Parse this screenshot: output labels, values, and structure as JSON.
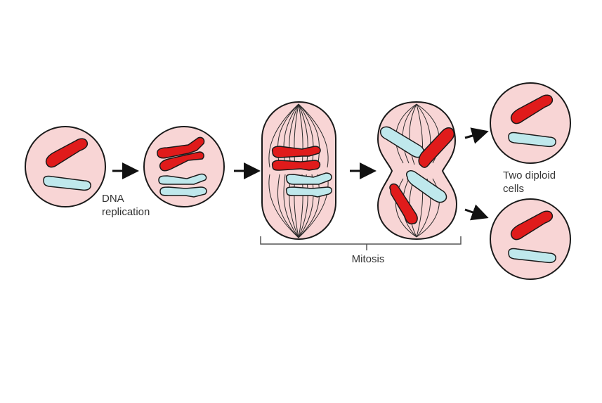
{
  "labels": {
    "dna_line1": "DNA",
    "dna_line2": "replication",
    "mitosis": "Mitosis",
    "diploid_line1": "Two diploid",
    "diploid_line2": "cells"
  },
  "colors": {
    "cytoplasm": "#f8d5d5",
    "outline": "#1a1a1a",
    "maternal_chromosome": "#e01b1b",
    "paternal_chromosome": "#bfe8ec",
    "spindle": "#2a2a2a",
    "arrow": "#111111",
    "bracket": "#555555"
  }
}
